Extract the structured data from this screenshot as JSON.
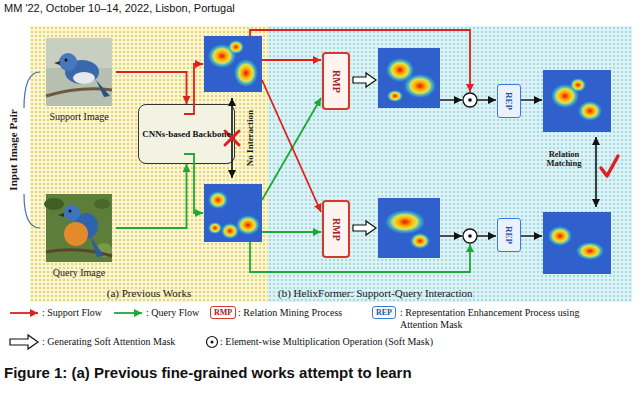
{
  "diagram": {
    "caption": "Figure 1: (a) Previous fine-grained works attempt to learn",
    "nodes": [
      {
        "text": [
          "(a) Previous Works"
        ]
      },
      {
        "text": [
          "Support Image"
        ],
        "in": 0
      },
      {
        "text": [
          "Query Image"
        ],
        "in": 0
      },
      {
        "text": [
          "CNNs-based Backbone"
        ],
        "in": 0
      },
      {
        "text": [
          "(b) HelixFormer: Support-Query Interaction"
        ]
      },
      {
        "text": [
          "RMP"
        ],
        "in": 4
      },
      {
        "text": [
          "RMP"
        ],
        "in": 4
      },
      {
        "text": [
          "REP"
        ],
        "in": 4
      },
      {
        "text": [
          "REP"
        ],
        "in": 4
      }
    ],
    "edges": [
      {
        "from": 1,
        "to": 3,
        "arrow": "to"
      },
      {
        "from": 2,
        "to": 3,
        "arrow": "to"
      }
    ],
    "labels": [
      "MM '22, October 10–14, 2022, Lisbon, Portugal",
      "Input Image Pair",
      "No Interaction",
      "Relation Matching",
      "RMP",
      "REP"
    ],
    "legend": [
      {
        "text": ": Support Flow"
      },
      {
        "text": ": Query Flow"
      },
      {
        "text": ": Relation Mining Process"
      },
      {
        "text": ": Representation Enhancement Process using Attention Mask"
      },
      {
        "text": ": Generating Soft Attention Mask"
      },
      {
        "text": ": Element-wise Multiplication Operation (Soft Mask)"
      }
    ]
  }
}
